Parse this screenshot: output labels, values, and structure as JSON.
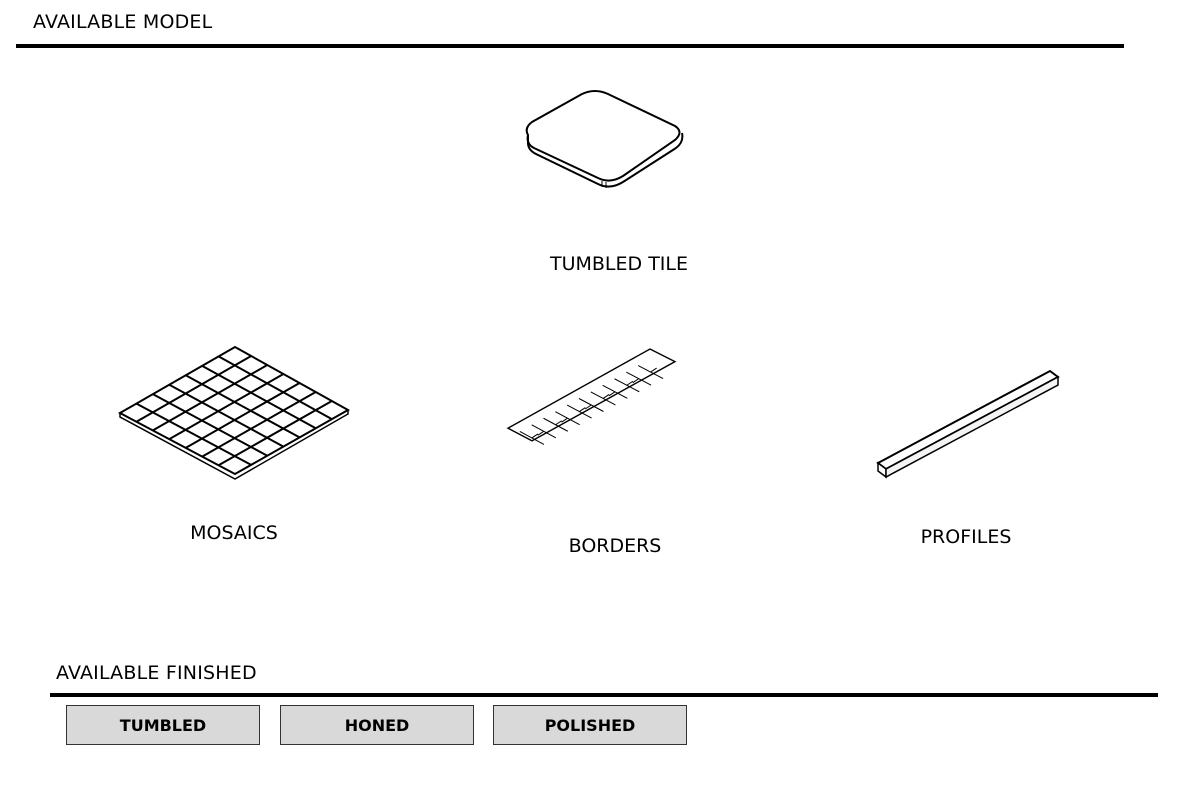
{
  "models_section": {
    "title": "AVAILABLE  MODEL"
  },
  "models": [
    {
      "label": "TUMBLED TILE",
      "icon": "tumbled-tile-icon"
    },
    {
      "label": "MOSAICS",
      "icon": "mosaic-grid-icon"
    },
    {
      "label": "BORDERS",
      "icon": "border-strip-icon"
    },
    {
      "label": "PROFILES",
      "icon": "profile-bar-icon"
    }
  ],
  "finishes_section": {
    "title": "AVAILABLE  FINISHED"
  },
  "finishes": [
    {
      "label": "TUMBLED"
    },
    {
      "label": "HONED"
    },
    {
      "label": "POLISHED"
    }
  ],
  "colors": {
    "button_bg": "#d9d9d9",
    "rule": "#000000"
  }
}
